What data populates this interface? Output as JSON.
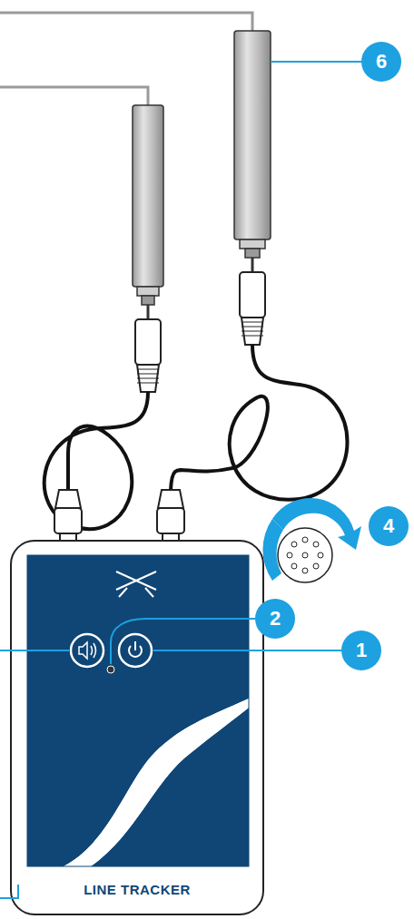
{
  "diagram": {
    "labels": [
      "6",
      "4",
      "2",
      "1",
      "LINE TRACKER"
    ]
  }
}
